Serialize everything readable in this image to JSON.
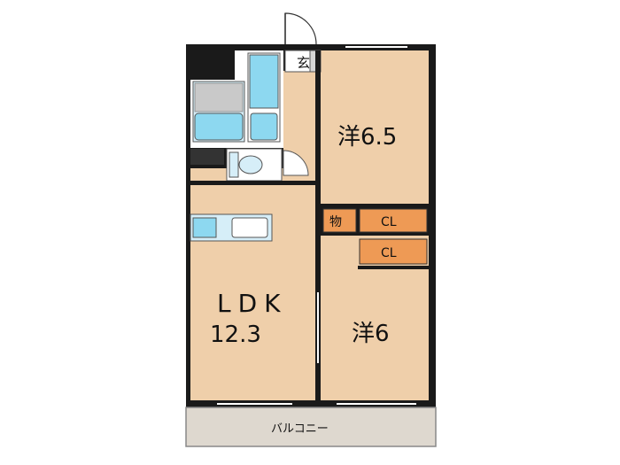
{
  "rooms": {
    "genkan": "玄",
    "western_a": "洋6.5",
    "storage": "物",
    "closet_upper": "CL",
    "closet_lower": "CL",
    "ldk_name": "LDK",
    "ldk_size": "12.3",
    "western_b": "洋6",
    "balcony": "バルコニー"
  },
  "colors": {
    "floor": "#efcfaa",
    "wall": "#1a1a1a",
    "fixture_blue": "#8dd8f0",
    "fixture_light": "#d6eef8",
    "closet_orange": "#ee9a55",
    "balcony_fill": "#ded8cf",
    "bath_floor": "#c9c9c9"
  }
}
